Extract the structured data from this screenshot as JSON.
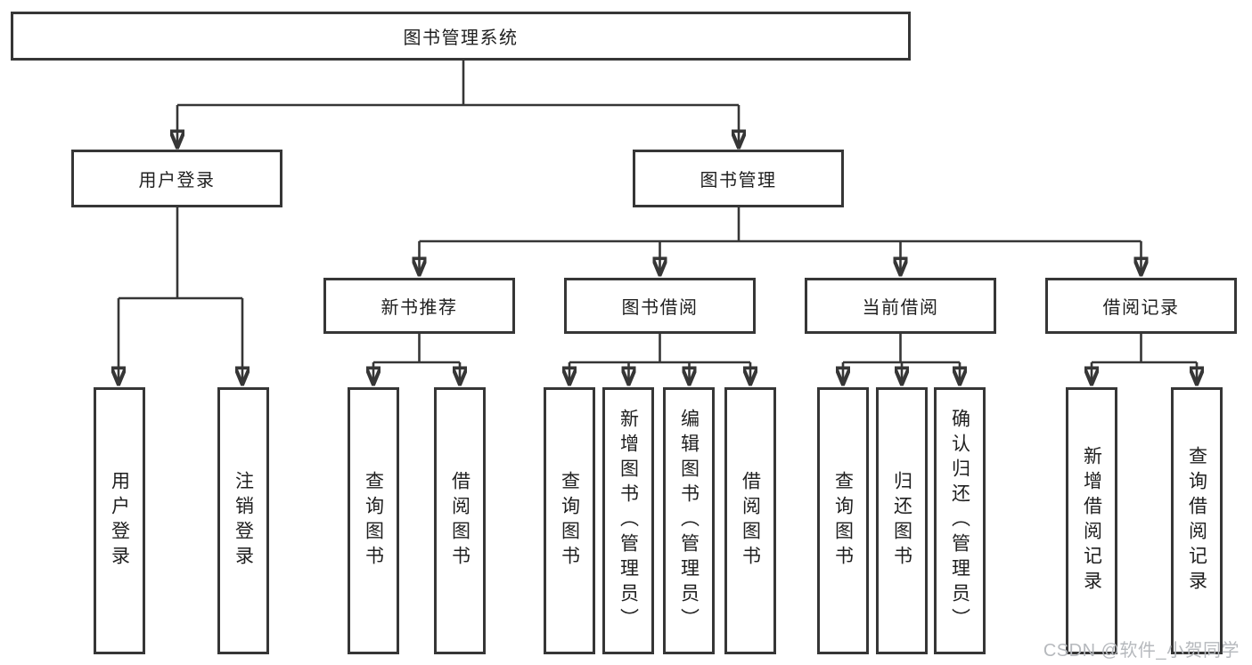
{
  "diagram": {
    "root": {
      "label": "图书管理系统"
    },
    "user_login_branch": {
      "label": "用户登录",
      "children": [
        {
          "label": "用户登录"
        },
        {
          "label": "注销登录"
        }
      ]
    },
    "book_mgmt_branch": {
      "label": "图书管理",
      "modules": [
        {
          "label": "新书推荐",
          "children": [
            {
              "label": "查询图书"
            },
            {
              "label": "借阅图书"
            }
          ]
        },
        {
          "label": "图书借阅",
          "children": [
            {
              "label": "查询图书"
            },
            {
              "label": "新增图书（管理员）"
            },
            {
              "label": "编辑图书（管理员）"
            },
            {
              "label": "借阅图书"
            }
          ]
        },
        {
          "label": "当前借阅",
          "children": [
            {
              "label": "查询图书"
            },
            {
              "label": "归还图书"
            },
            {
              "label": "确认归还（管理员）"
            }
          ]
        },
        {
          "label": "借阅记录",
          "children": [
            {
              "label": "新增借阅记录"
            },
            {
              "label": "查询借阅记录"
            }
          ]
        }
      ]
    },
    "colors": {
      "line": "#363636",
      "text": "#1f1f1f",
      "background": "#ffffff",
      "watermark": "#b6b9bd"
    }
  },
  "watermark": {
    "text": "CSDN @软件_小贺同学"
  }
}
